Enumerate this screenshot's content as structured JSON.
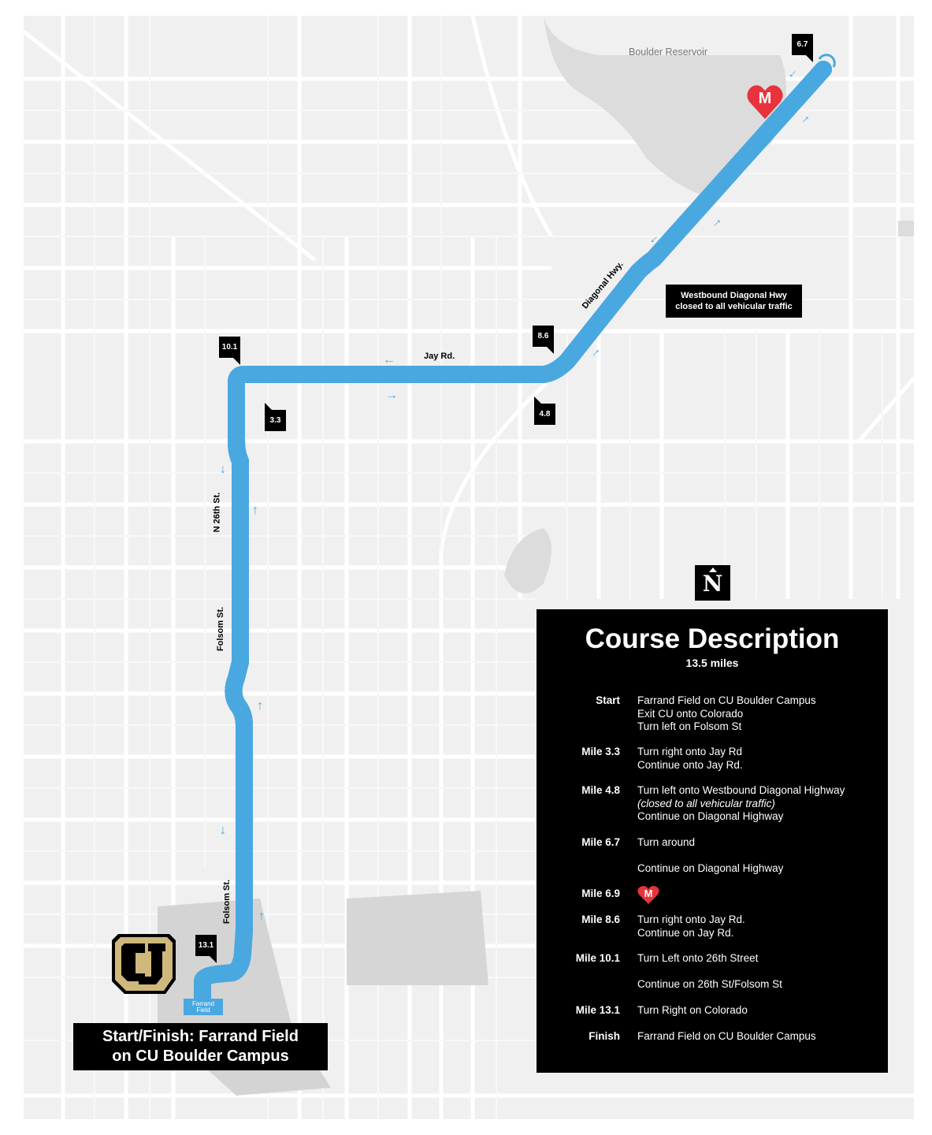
{
  "map": {
    "place_labels": {
      "reservoir": "Boulder Reservoir"
    },
    "road_labels": {
      "jay": "Jay Rd.",
      "diagonal": "Diagonal Hwy.",
      "n26th": "N 26th St.",
      "folsom1": "Folsom St.",
      "folsom2": "Folsom St."
    },
    "mile_markers": [
      "6.7",
      "8.6",
      "10.1",
      "3.3",
      "4.8",
      "13.1"
    ],
    "start_marker": {
      "line1": "Farrand",
      "line2": "Field"
    },
    "closure_notice": {
      "line1": "Westbound Diagonal Hwy",
      "line2": "closed to all vehicular traffic"
    },
    "medical_marker": "M",
    "north_label": "N",
    "start_finish": {
      "line1": "Start/Finish: Farrand Field",
      "line2": "on CU Boulder Campus"
    },
    "colors": {
      "route": "#4aa8e0",
      "heart": "#e8323c",
      "cu_gold": "#cfb87c"
    }
  },
  "course": {
    "title": "Course Description",
    "distance": "13.5 miles",
    "rows": [
      {
        "label": "Start",
        "lines": [
          "Farrand Field on CU Boulder Campus",
          "Exit CU onto Colorado",
          "Turn left on Folsom St"
        ]
      },
      {
        "label": "Mile 3.3",
        "lines": [
          "Turn right onto Jay Rd",
          "Continue onto Jay Rd."
        ]
      },
      {
        "label": "Mile 4.8",
        "lines": [
          "Turn left onto Westbound Diagonal Highway",
          "(closed to all vehicular traffic)",
          "Continue on Diagonal Highway"
        ]
      },
      {
        "label": "Mile 6.7",
        "lines": [
          "Turn around"
        ]
      },
      {
        "label": "",
        "lines": [
          "Continue on Diagonal Highway"
        ]
      },
      {
        "label": "Mile 6.9",
        "lines": [
          "M"
        ]
      },
      {
        "label": "Mile 8.6",
        "lines": [
          "Turn right onto Jay Rd.",
          "Continue on Jay Rd."
        ]
      },
      {
        "label": "Mile 10.1",
        "lines": [
          "Turn Left onto 26th Street"
        ]
      },
      {
        "label": "",
        "lines": [
          "Continue on 26th St/Folsom St"
        ]
      },
      {
        "label": "Mile 13.1",
        "lines": [
          "Turn Right on Colorado"
        ]
      },
      {
        "label": "Finish",
        "lines": [
          "Farrand Field on CU Boulder Campus"
        ]
      }
    ]
  }
}
